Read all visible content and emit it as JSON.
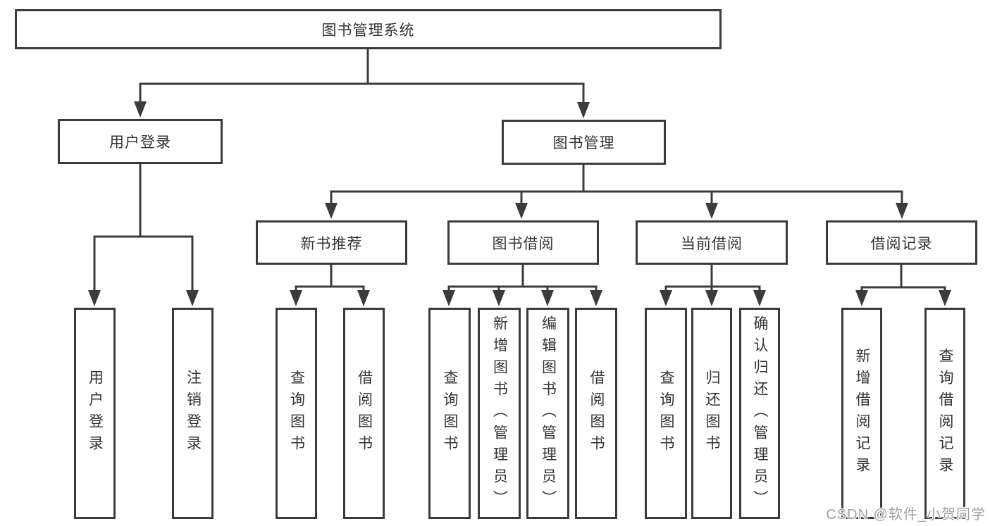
{
  "diagram_title": "图书管理系统",
  "watermark": "CSDN @软件_小贺同学",
  "colors": {
    "line": "#3b3b3b",
    "box_border": "#3b3b3b",
    "text": "#333333",
    "background": "#ffffff",
    "watermark_text": "#a0a0a0"
  },
  "nodes": {
    "root": {
      "label": "图书管理系统"
    },
    "user_login": {
      "label": "用户登录"
    },
    "book_mgmt": {
      "label": "图书管理"
    },
    "new_book_rec": {
      "label": "新书推荐"
    },
    "book_borrow": {
      "label": "图书借阅"
    },
    "current_borrow": {
      "label": "当前借阅"
    },
    "borrow_records": {
      "label": "借阅记录"
    },
    "leaf_user_login": {
      "label": "用户登录"
    },
    "leaf_logout": {
      "label": "注销登录"
    },
    "leaf_rec_query": {
      "label": "查询图书"
    },
    "leaf_rec_borrow": {
      "label": "借阅图书"
    },
    "leaf_bb_query": {
      "label": "查询图书"
    },
    "leaf_bb_add": {
      "label": "新增图书（管理员）"
    },
    "leaf_bb_edit": {
      "label": "编辑图书（管理员）"
    },
    "leaf_bb_borrow": {
      "label": "借阅图书"
    },
    "leaf_cb_query": {
      "label": "查询图书"
    },
    "leaf_cb_return": {
      "label": "归还图书"
    },
    "leaf_cb_confirm": {
      "label": "确认归还（管理员）"
    },
    "leaf_br_add": {
      "label": "新增借阅记录"
    },
    "leaf_br_query": {
      "label": "查询借阅记录"
    }
  },
  "hierarchy": {
    "图书管理系统": {
      "用户登录": [
        "用户登录",
        "注销登录"
      ],
      "图书管理": {
        "新书推荐": [
          "查询图书",
          "借阅图书"
        ],
        "图书借阅": [
          "查询图书",
          "新增图书（管理员）",
          "编辑图书（管理员）",
          "借阅图书"
        ],
        "当前借阅": [
          "查询图书",
          "归还图书",
          "确认归还（管理员）"
        ],
        "借阅记录": [
          "新增借阅记录",
          "查询借阅记录"
        ]
      }
    }
  }
}
